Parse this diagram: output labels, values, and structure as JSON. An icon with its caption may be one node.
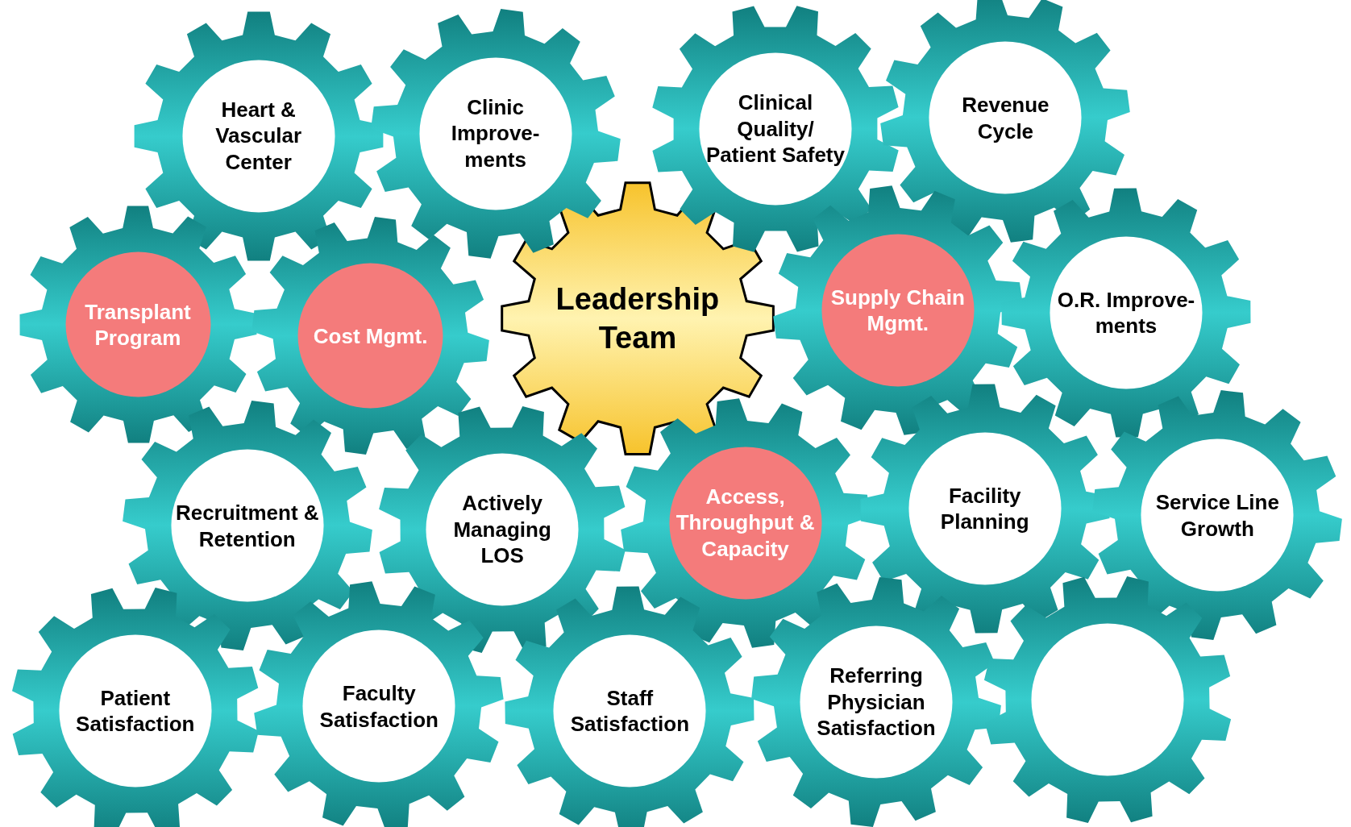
{
  "diagram": {
    "nodes": [
      {
        "text": [
          "Heart & Vascular Center"
        ]
      },
      {
        "text": [
          "Clinic Improve- ments"
        ]
      },
      {
        "text": [
          "Clinical Quality/ Patient Safety"
        ]
      },
      {
        "text": [
          "Revenue Cycle"
        ]
      },
      {
        "text": [
          "Transplant Program"
        ]
      },
      {
        "text": [
          "Cost Mgmt."
        ]
      },
      {
        "text": [
          "Leadership Team"
        ]
      },
      {
        "text": [
          "Supply Chain Mgmt."
        ]
      },
      {
        "text": [
          "O.R. Improve- ments"
        ]
      },
      {
        "text": [
          "Recruitment & Retention"
        ]
      },
      {
        "text": [
          "Actively Managing LOS"
        ]
      },
      {
        "text": [
          "Access, Throughput & Capacity"
        ]
      },
      {
        "text": [
          "Facility Planning"
        ]
      },
      {
        "text": [
          "Service Line Growth"
        ]
      },
      {
        "text": [
          "Patient Satisfaction"
        ]
      },
      {
        "text": [
          "Faculty Satisfaction"
        ]
      },
      {
        "text": [
          "Staff Satisfaction"
        ]
      },
      {
        "text": [
          "Referring Physician Satisfaction"
        ]
      },
      {
        "text": [],
        "shape": "gear"
      }
    ]
  }
}
